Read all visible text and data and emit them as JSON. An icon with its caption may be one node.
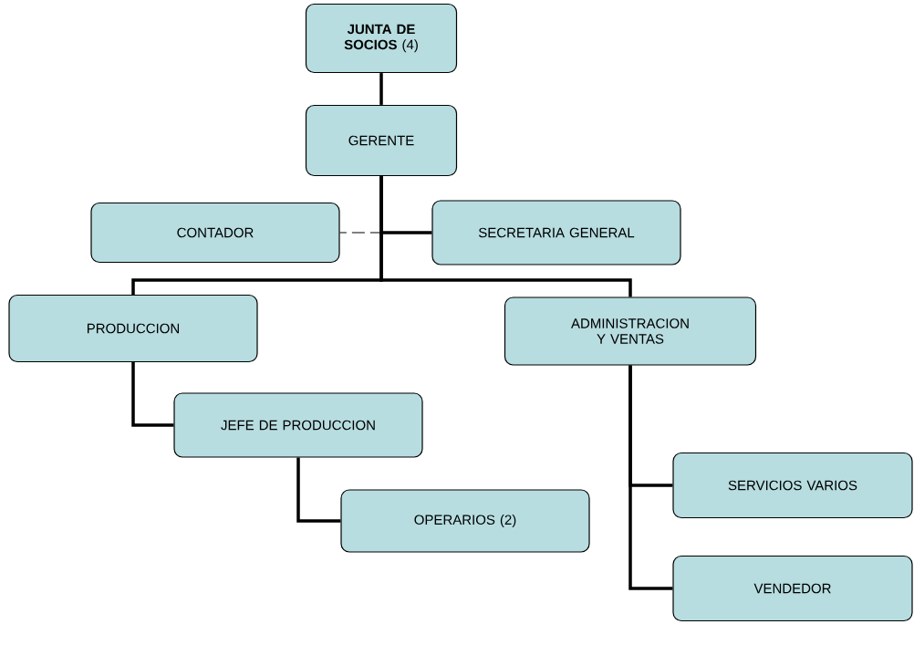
{
  "diagram": {
    "nodes": [
      {
        "text": [
          "**JUNTA DE SOCIOS** (4)"
        ]
      },
      {
        "text": [
          "GERENTE"
        ]
      },
      {
        "text": [
          "CONTADOR"
        ]
      },
      {
        "text": [
          "SECRETARIA GENERAL"
        ]
      },
      {
        "text": [
          "PRODUCCION"
        ]
      },
      {
        "text": [
          "ADMINISTRACION Y VENTAS"
        ]
      },
      {
        "text": [
          "JEFE DE PRODUCCION"
        ]
      },
      {
        "text": [
          "OPERARIOS (2)"
        ]
      },
      {
        "text": [
          "SERVICIOS VARIOS"
        ]
      },
      {
        "text": [
          "VENDEDOR"
        ]
      }
    ],
    "edges": [
      {
        "from": 0,
        "to": 1,
        "arrow": "none"
      },
      {
        "from": 1,
        "to": 2,
        "arrow": "none",
        "style": "dashed"
      },
      {
        "from": 1,
        "to": 3,
        "arrow": "none"
      },
      {
        "from": 1,
        "to": 4,
        "arrow": "none"
      },
      {
        "from": 1,
        "to": 5,
        "arrow": "none"
      },
      {
        "from": 4,
        "to": 6,
        "arrow": "none"
      },
      {
        "from": 6,
        "to": 7,
        "arrow": "none"
      },
      {
        "from": 5,
        "to": 8,
        "arrow": "none"
      },
      {
        "from": 5,
        "to": 9,
        "arrow": "none"
      }
    ]
  }
}
